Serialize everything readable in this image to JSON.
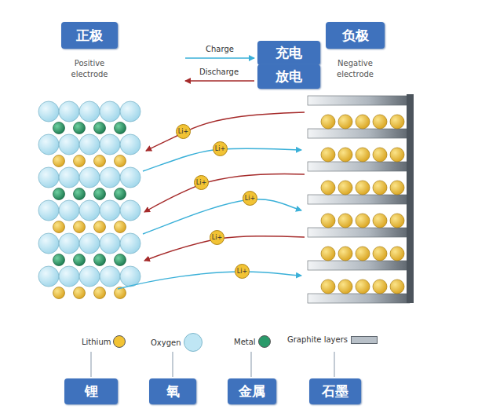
{
  "diagram": {
    "nodes": [
      {
        "text": [
          "正极",
          "Positive electrode"
        ]
      },
      {
        "text": [
          "充电"
        ]
      },
      {
        "text": [
          "放电"
        ]
      },
      {
        "text": [
          "负极",
          "Negative electrode"
        ]
      },
      {
        "text": [
          "锂"
        ]
      },
      {
        "text": [
          "氧"
        ]
      },
      {
        "text": [
          "金属"
        ]
      },
      {
        "text": [
          "石墨"
        ]
      }
    ],
    "labels": [
      "Charge",
      "Discharge",
      "Li+",
      "Li+",
      "Li+",
      "Li+",
      "Li+",
      "Li+"
    ],
    "legend": [
      {
        "text": "Lithium",
        "color": "#f2c334"
      },
      {
        "text": "Oxygen",
        "color": "#bfe6f4"
      },
      {
        "text": "Metal",
        "color": "#2a9a6a"
      },
      {
        "text": "Graphite layers",
        "color": "#b8c0c8"
      }
    ]
  }
}
